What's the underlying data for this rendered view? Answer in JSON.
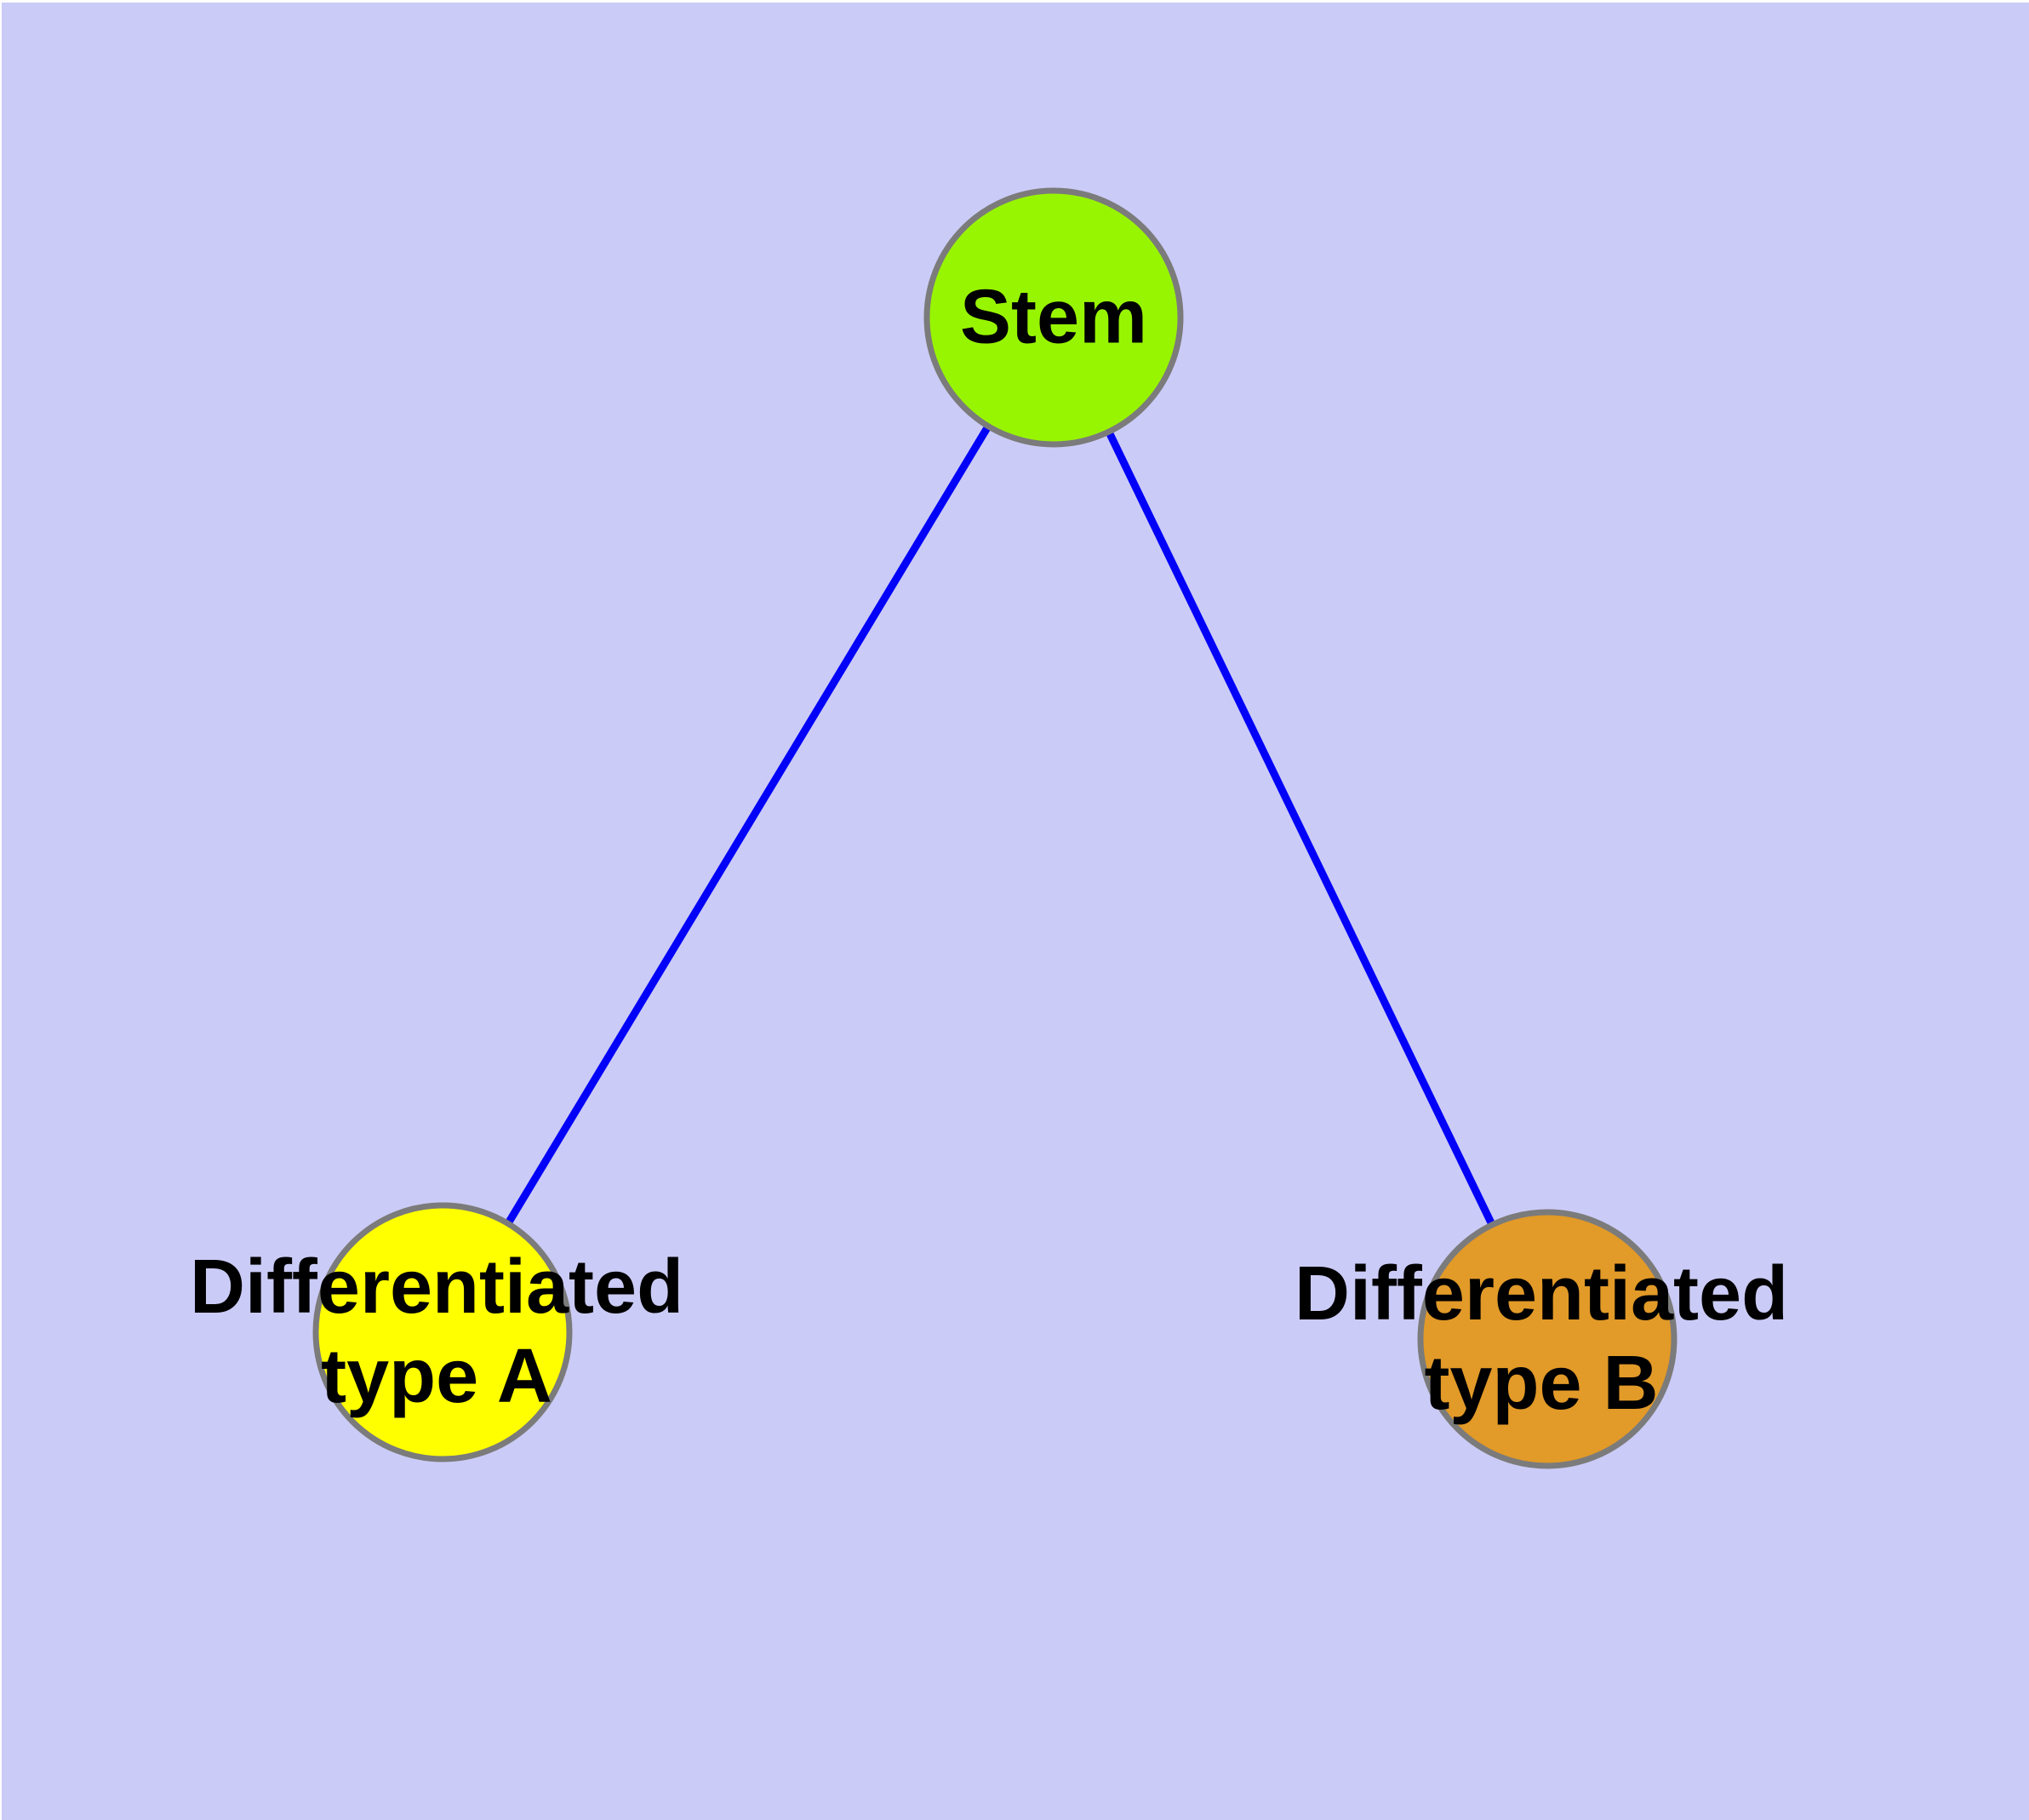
{
  "diagram": {
    "type": "graph",
    "background_color": "#CBCBF7",
    "edge_color": "#0202F8",
    "node_border_color": "#7B7B7B",
    "label_color": "#000000",
    "nodes": [
      {
        "name": "stem",
        "label": "Stem",
        "label_lines": [
          "Stem"
        ],
        "fill": "#98F502"
      },
      {
        "name": "differentiated-type-a",
        "label": "Differentiated type A",
        "label_lines": [
          "Differentiated",
          "type A"
        ],
        "fill": "#FFFF00"
      },
      {
        "name": "differentiated-type-b",
        "label": "Differentiated type B",
        "label_lines": [
          "Differentiated",
          "type B"
        ],
        "fill": "#E29A28"
      }
    ],
    "edges": [
      {
        "from": "Stem",
        "to": "Differentiated type A"
      },
      {
        "from": "Stem",
        "to": "Differentiated type B"
      }
    ]
  }
}
